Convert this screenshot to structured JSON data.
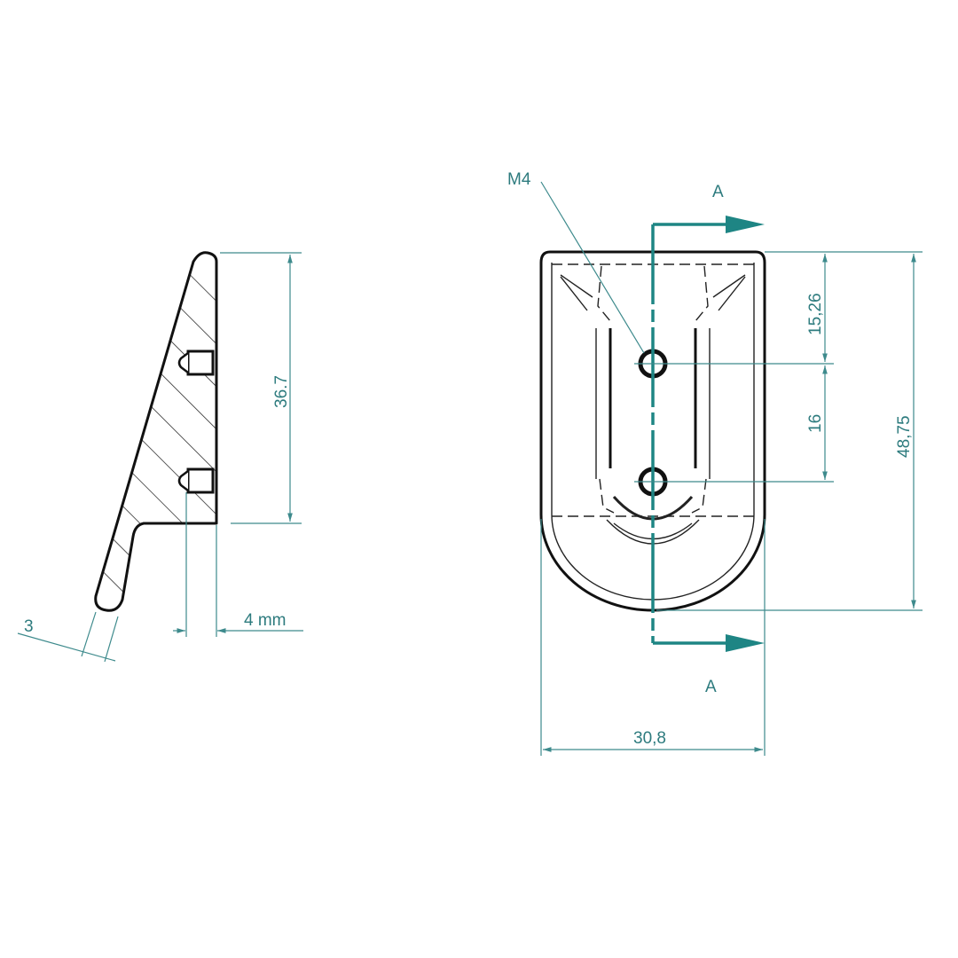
{
  "colors": {
    "dimension": "#2d7b7e",
    "section": "#1e8584",
    "outline": "#111111"
  },
  "side_view": {
    "height_label": "36.7",
    "depth_label": "4 mm",
    "thickness_label": "3"
  },
  "front_view": {
    "thread_label": "M4",
    "section_top_label": "A",
    "section_bottom_label": "A",
    "hole_offset_label": "15,26",
    "hole_spacing_label": "16",
    "height_label": "48,75",
    "width_label": "30,8"
  }
}
